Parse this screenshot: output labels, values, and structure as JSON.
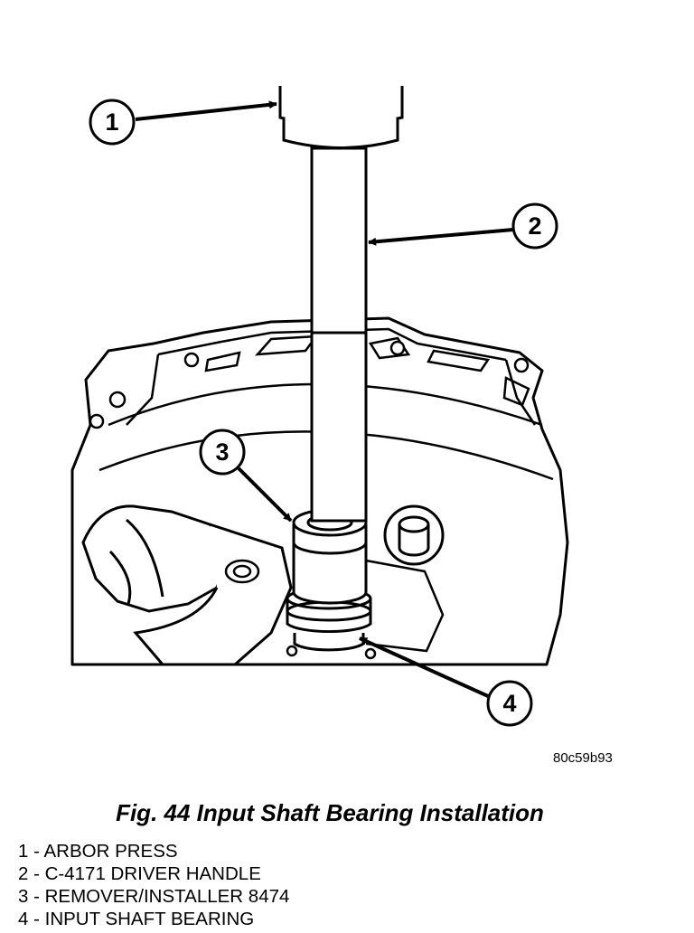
{
  "figure": {
    "image_code": "80c59b93",
    "caption": "Fig. 44 Input Shaft Bearing Installation",
    "callouts": [
      {
        "number": "1",
        "label": "1 - ARBOR PRESS"
      },
      {
        "number": "2",
        "label": "2 - C-4171 DRIVER HANDLE"
      },
      {
        "number": "3",
        "label": "3 - REMOVER/INSTALLER 8474"
      },
      {
        "number": "4",
        "label": "4 - INPUT SHAFT BEARING"
      }
    ]
  }
}
